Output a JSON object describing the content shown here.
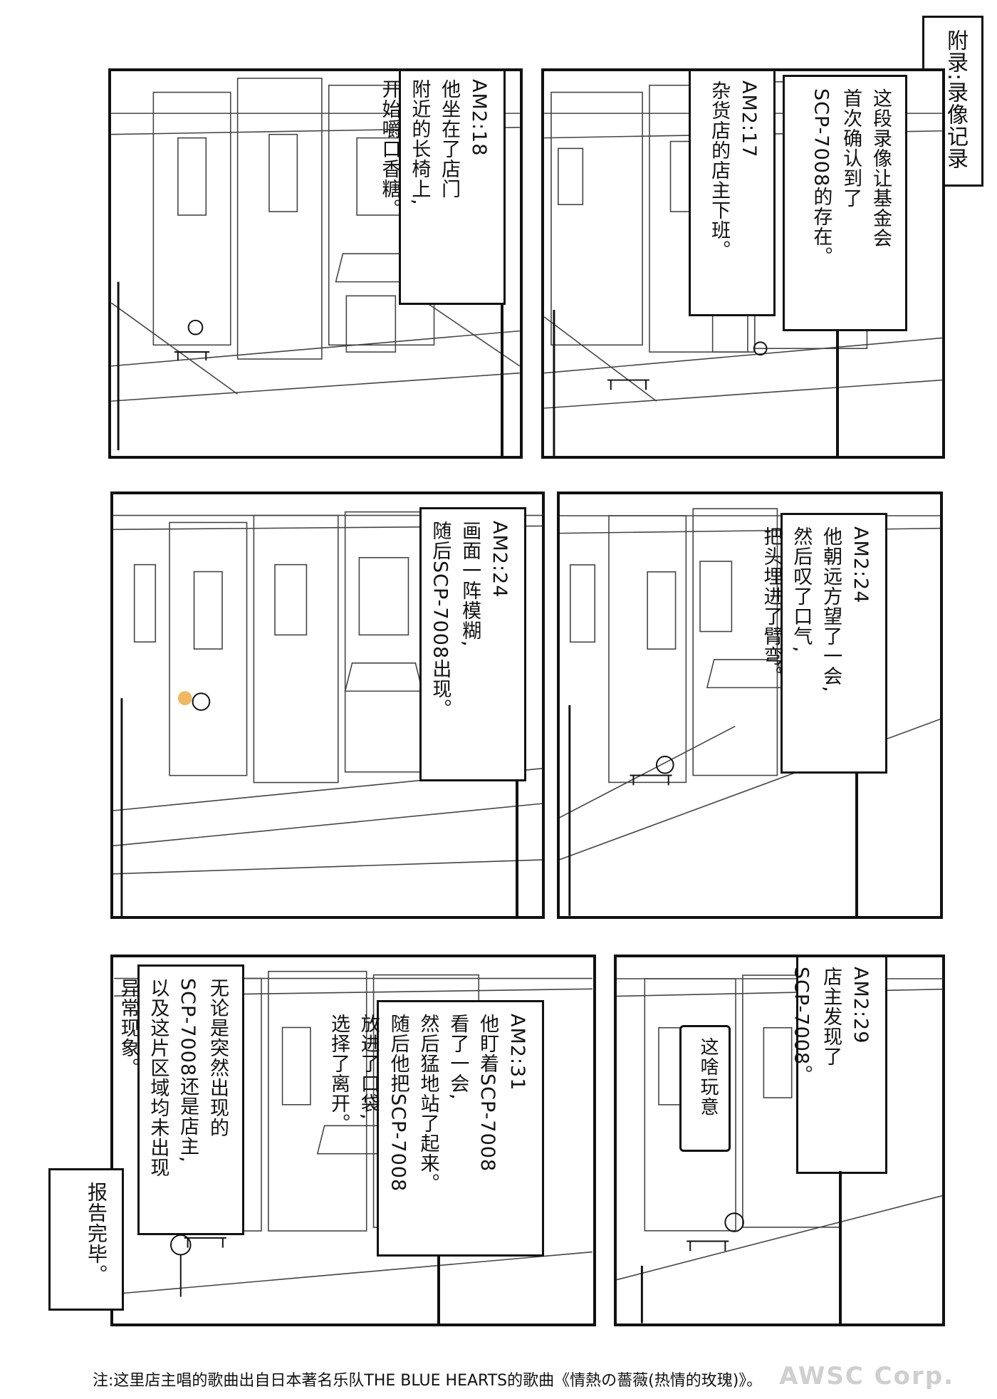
{
  "appendix_title": "附录:录像记录",
  "panels": [
    {
      "lines": [
        "这段录像让基金会",
        "首次确认到了",
        "SCP-7008的存在。"
      ]
    },
    {
      "lines": [
        "AM2:17",
        "杂货店的店主下班。"
      ]
    },
    {
      "lines": [
        "AM2:18",
        "他坐在了店门",
        "附近的长椅上,",
        "开始嚼口香糖。"
      ]
    },
    {
      "lines": [
        "AM2:24",
        "他朝远方望了一会,",
        "然后叹了口气,",
        "把头埋进了臂弯。"
      ]
    },
    {
      "lines": [
        "AM2:24",
        "画面一阵模糊,",
        "随后SCP-7008出现。"
      ]
    },
    {
      "lines": [
        "AM2:29",
        "店主发现了",
        "SCP-7008。"
      ]
    },
    {
      "bubble": "这啥玩意"
    },
    {
      "lines": [
        "AM2:31",
        "他盯着SCP-7008",
        "看了一会,",
        "然后猛地站了起来。",
        "随后他把SCP-7008",
        "放进了口袋,",
        "选择了离开。"
      ]
    },
    {
      "lines": [
        "无论是突然出现的",
        "SCP-7008还是店主,",
        "以及这片区域均未出现",
        "异常现象。"
      ]
    },
    {
      "lines": [
        "报告完毕。"
      ]
    }
  ],
  "footnote": "注:这里店主唱的歌曲出自日本著名乐队THE BLUE HEARTS的歌曲《情熱の薔薇(热情的玫瑰)》。",
  "watermark": "AWSC Corp."
}
